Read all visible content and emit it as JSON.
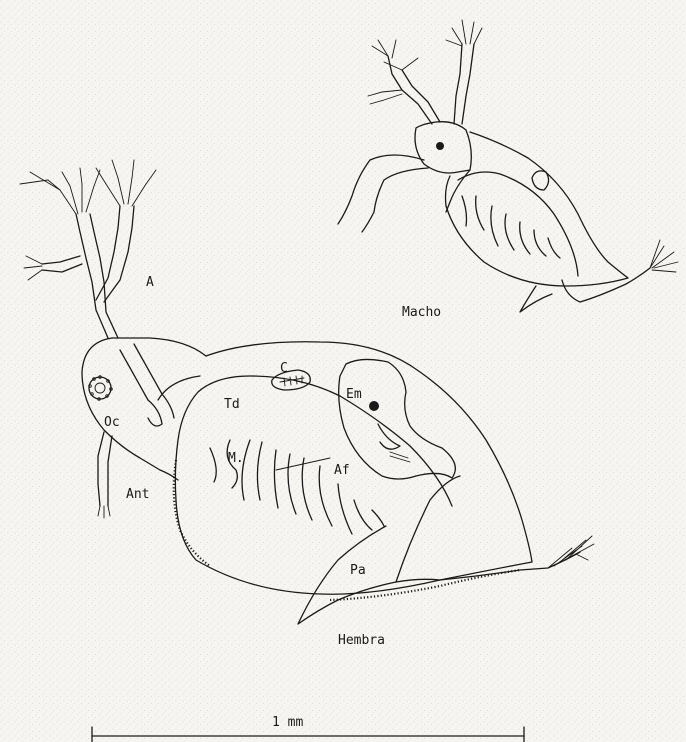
{
  "labels": {
    "A": "A",
    "Oc": "Oc",
    "Ant": "Ant",
    "Td": "Td",
    "C": "C",
    "Em": "Em",
    "M": "M.",
    "Af": "Af",
    "Pa": "Pa",
    "male": "Macho",
    "female": "Hembra"
  },
  "scale_bar": {
    "label": "1 mm"
  },
  "colors": {
    "ink": "#1a1a1a",
    "paper": "#f6f5f1",
    "stipple": "#b5b2aa"
  }
}
